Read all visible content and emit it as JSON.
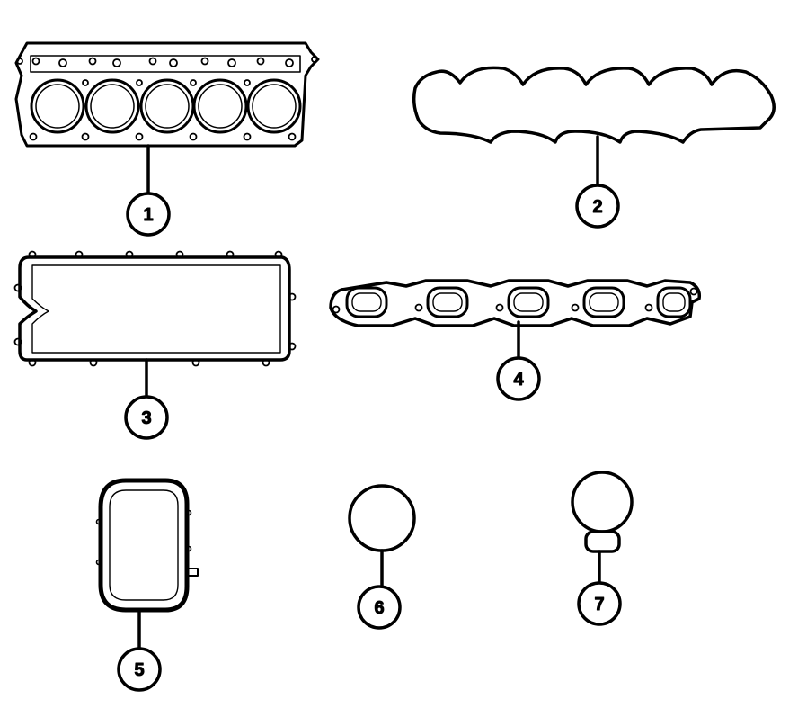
{
  "diagram": {
    "callouts": [
      {
        "id": "1",
        "part": "cylinder-head-gasket"
      },
      {
        "id": "2",
        "part": "valve-cover-gasket-wavy"
      },
      {
        "id": "3",
        "part": "valve-cover-gasket-rectangular"
      },
      {
        "id": "4",
        "part": "exhaust-manifold-gasket"
      },
      {
        "id": "5",
        "part": "intake-plenum-gasket"
      },
      {
        "id": "6",
        "part": "round-seal-gasket"
      },
      {
        "id": "7",
        "part": "seal-with-tab"
      }
    ]
  }
}
